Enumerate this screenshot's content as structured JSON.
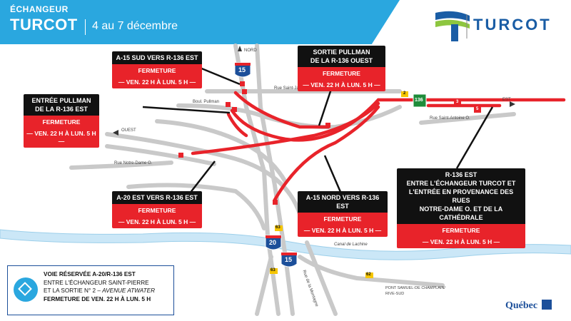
{
  "header": {
    "kicker": "ÉCHANGEUR",
    "title": "TURCOT",
    "dates": "4 au 7 décembre"
  },
  "brand": {
    "name": "TURCOT",
    "color": "#1a5da5"
  },
  "colors": {
    "header_blue": "#2aa7df",
    "closure_red": "#e8232a",
    "road_grey": "#c9c9c9",
    "water_blue": "#cbe7f7"
  },
  "callouts": [
    {
      "id": "a15-sud",
      "heading_1": "A-15 SUD VERS R-136 EST",
      "heading_2": "",
      "status": "FERMETURE",
      "period": "— VEN. 22 H À LUN. 5 H —"
    },
    {
      "id": "sortie-pullman",
      "heading_1": "SORTIE PULLMAN",
      "heading_2": "DE LA R-136 OUEST",
      "status": "FERMETURE",
      "period": "— VEN. 22 H À LUN. 5 H —"
    },
    {
      "id": "entree-pullman",
      "heading_1": "ENTRÉE PULLMAN",
      "heading_2": "DE LA R-136 EST",
      "status": "FERMETURE",
      "period": "— VEN. 22 H À LUN. 5 H —"
    },
    {
      "id": "a20-est",
      "heading_1": "A-20 EST VERS R-136 EST",
      "heading_2": "",
      "status": "FERMETURE",
      "period": "— VEN. 22 H À LUN. 5 H —"
    },
    {
      "id": "a15-nord",
      "heading_1": "A-15 NORD VERS R-136 EST",
      "heading_2": "",
      "status": "FERMETURE",
      "period": "— VEN. 22 H À LUN. 5 H —"
    },
    {
      "id": "r136-est",
      "heading_1": "R-136 EST",
      "heading_2": "ENTRE L'ÉCHANGEUR TURCOT ET",
      "heading_3": "L'ENTRÉE EN PROVENANCE DES RUES",
      "heading_4": "NOTRE-DAME O. ET DE LA CATHÉDRALE",
      "status": "FERMETURE",
      "period": "— VEN. 22 H À LUN. 5 H —"
    }
  ],
  "map_labels": {
    "nord": "NORD",
    "ouest": "OUEST",
    "est": "EST",
    "rue_saint_jacques": "Rue Saint-Jacques",
    "boul_pullman": "Boul. Pullman",
    "rue_saint_antoine": "Rue Saint-Antoine O.",
    "rue_notre_dame": "Rue Notre-Dame O.",
    "canal": "Canal de Lachine",
    "rue_de_la_montagne": "Rue de la Montagne",
    "pont": "PONT SAMUEL-DE CHAMPLAIN/",
    "rive_sud": "RIVE-SUD"
  },
  "shields": {
    "a15_top": "15",
    "a20": "20",
    "a15_bottom": "15",
    "r136": "136",
    "exit_2": "2",
    "exit_63_top": "63",
    "exit_63_bottom": "63",
    "exit_62": "62",
    "exit_3": "3",
    "exit_5": "5"
  },
  "legend": {
    "line1": "VOIE RÉSERVÉE A-20/R-136 EST",
    "line2": "ENTRE L'ÉCHANGEUR SAINT-PIERRE",
    "line3a": "ET LA SORTIE N° 2 – ",
    "line3b": "AVENUE ATWATER",
    "line4": "FERMETURE DE VEN. 22 H À LUN. 5 H"
  },
  "footer": {
    "government": "Québec"
  }
}
